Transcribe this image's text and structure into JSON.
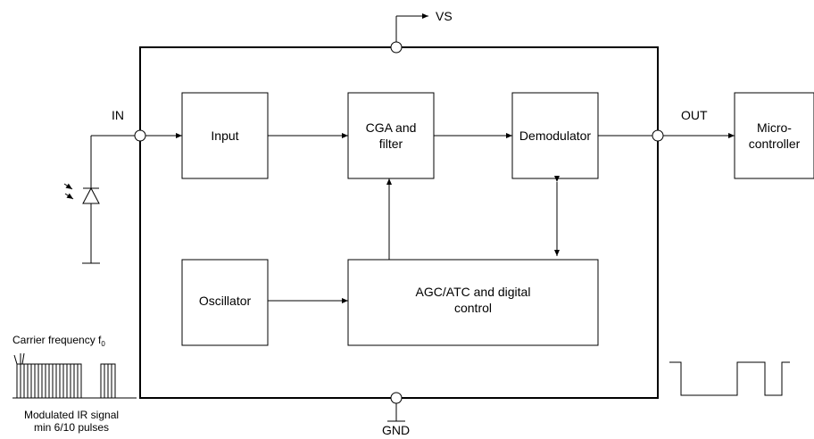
{
  "pins": {
    "vs": "VS",
    "in": "IN",
    "out": "OUT",
    "gnd": "GND"
  },
  "blocks": {
    "input": "Input",
    "cga_line1": "CGA and",
    "cga_line2": "filter",
    "demodulator": "Demodulator",
    "oscillator": "Oscillator",
    "agc_line1": "AGC/ATC and digital",
    "agc_line2": "control",
    "micro_line1": "Micro-",
    "micro_line2": "controller"
  },
  "signal": {
    "carrier_label": "Carrier frequency f",
    "carrier_subscript": "0",
    "caption_line1": "Modulated IR signal",
    "caption_line2": "min 6/10 pulses"
  }
}
